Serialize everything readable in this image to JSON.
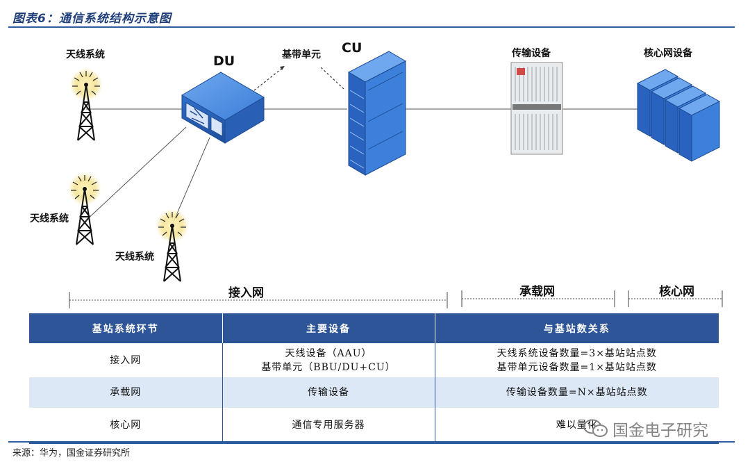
{
  "header": {
    "title": "图表6：通信系统结构示意图"
  },
  "labels": {
    "antenna_top": "天线系统",
    "antenna_mid": "天线系统",
    "antenna_bottom": "天线系统",
    "du": "DU",
    "baseband": "基带单元",
    "cu": "CU",
    "transmission": "传输设备",
    "core": "核心网设备"
  },
  "segments": {
    "access": "接入网",
    "bearer": "承载网",
    "core": "核心网"
  },
  "table": {
    "headers": [
      "基站系统环节",
      "主要设备",
      "与基站数关系"
    ],
    "rows": [
      {
        "stage": "接入网",
        "device_lines": [
          "天线设备（AAU）",
          "基带单元（BBU/DU+CU）"
        ],
        "relation_lines": [
          "天线系统设备数量=3×基站站点数",
          "基带单元设备数量=1×基站站点数"
        ]
      },
      {
        "stage": "承载网",
        "device_lines": [
          "传输设备"
        ],
        "relation_lines": [
          "传输设备数量=N×基站站点数"
        ]
      },
      {
        "stage": "核心网",
        "device_lines": [
          "通信专用服务器"
        ],
        "relation_lines": [
          "难以量化"
        ]
      }
    ]
  },
  "footer": {
    "source": "来源：华为，国金证券研究所"
  },
  "watermark": {
    "text": "国金电子研究",
    "icon": "wechat-icon"
  },
  "colors": {
    "brand": "#2e5597",
    "header_text": "#1f3f7a",
    "row_alt": "#dde8f6",
    "device_blue": "#3b7dd8"
  }
}
